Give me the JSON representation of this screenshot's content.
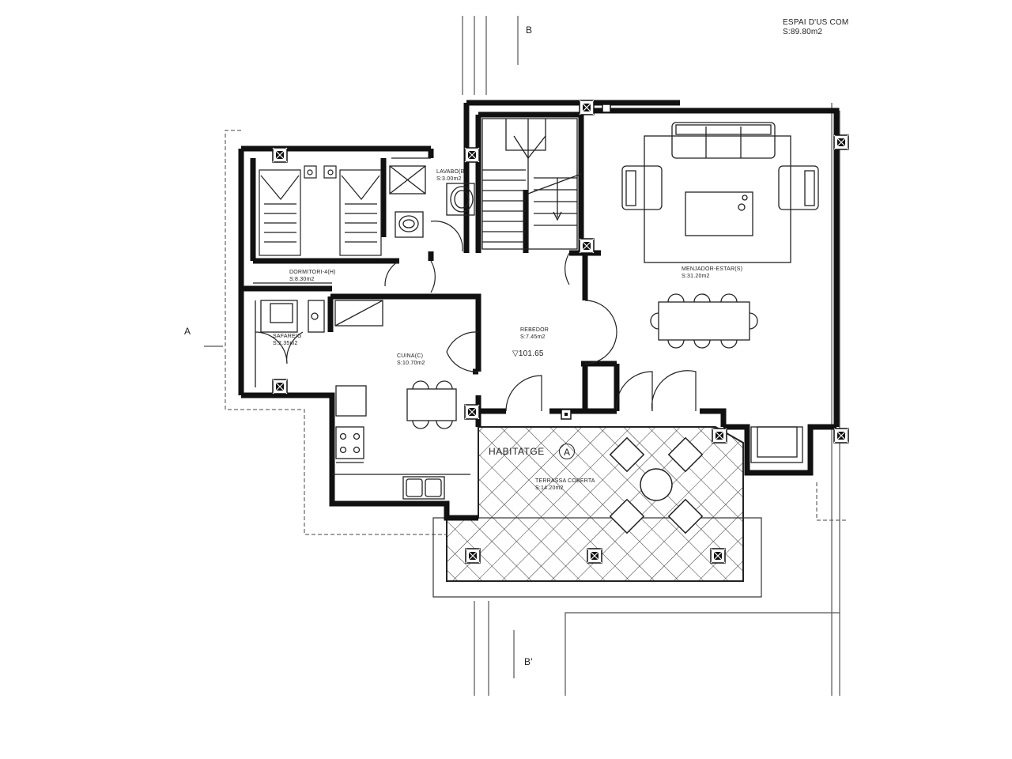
{
  "header": {
    "common_area_title": "ESPAI D'US COM",
    "common_area_surface": "S:89.80m2"
  },
  "sections": {
    "a": "A",
    "b": "B",
    "b_prime": "B'"
  },
  "dwelling": {
    "title": "HABITATGE",
    "id": "A",
    "level": "▽101.65"
  },
  "rooms": [
    {
      "name": "LAVABO(B)",
      "surface": "S:3.00m2"
    },
    {
      "name": "DORMITORI-4(H)",
      "surface": "S:8.30m2"
    },
    {
      "name": "MENJADOR-ESTAR(S)",
      "surface": "S:31.20m2"
    },
    {
      "name": "REBEDOR",
      "surface": "S:7.45m2"
    },
    {
      "name": "SAFAREIG",
      "surface": "S:2.35m2"
    },
    {
      "name": "CUINA(C)",
      "surface": "S:10.70m2"
    },
    {
      "name": "TERRASSA COBERTA",
      "surface": "S:14.20m2"
    }
  ]
}
